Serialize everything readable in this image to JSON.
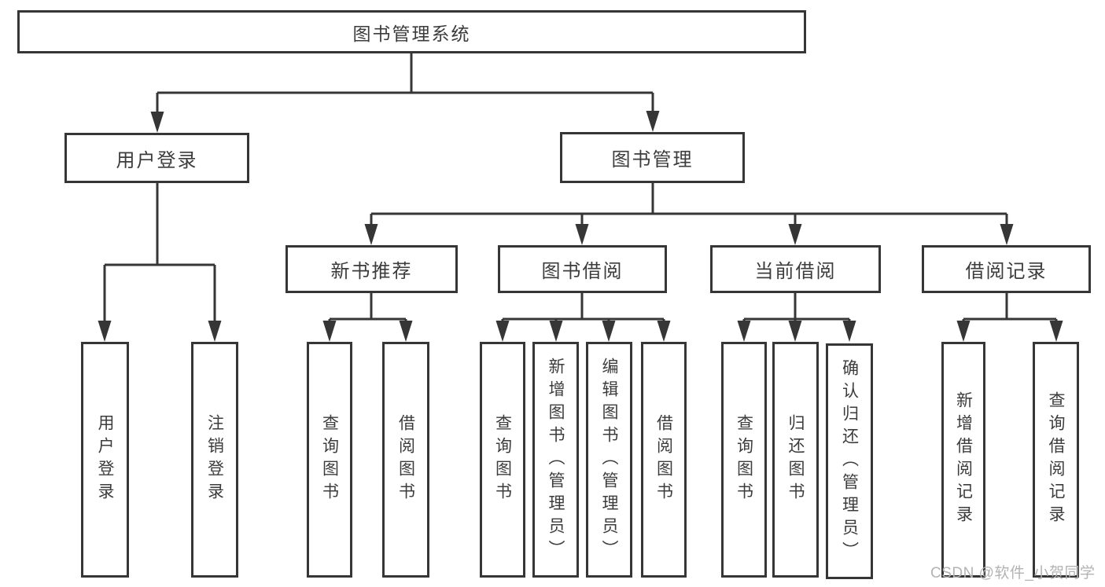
{
  "tree": {
    "root": {
      "label": "图书管理系统"
    },
    "branches": [
      {
        "label": "用户登录",
        "leaves": [
          {
            "label": "用户登录"
          },
          {
            "label": "注销登录"
          }
        ]
      },
      {
        "label": "图书管理",
        "groups": [
          {
            "label": "新书推荐",
            "leaves": [
              {
                "label": "查询图书"
              },
              {
                "label": "借阅图书"
              }
            ]
          },
          {
            "label": "图书借阅",
            "leaves": [
              {
                "label": "查询图书"
              },
              {
                "label": "新增图书（管理员）"
              },
              {
                "label": "编辑图书（管理员）"
              },
              {
                "label": "借阅图书"
              }
            ]
          },
          {
            "label": "当前借阅",
            "leaves": [
              {
                "label": "查询图书"
              },
              {
                "label": "归还图书"
              },
              {
                "label": "确认归还（管理员）"
              }
            ]
          },
          {
            "label": "借阅记录",
            "leaves": [
              {
                "label": "新增借阅记录"
              },
              {
                "label": "查询借阅记录"
              }
            ]
          }
        ]
      }
    ]
  },
  "watermark": {
    "text": "CSDN @软件_小贺同学",
    "color": "#b3b3b3"
  },
  "colors": {
    "line": "#363636",
    "text": "#3c3c3c",
    "background": "#ffffff"
  }
}
